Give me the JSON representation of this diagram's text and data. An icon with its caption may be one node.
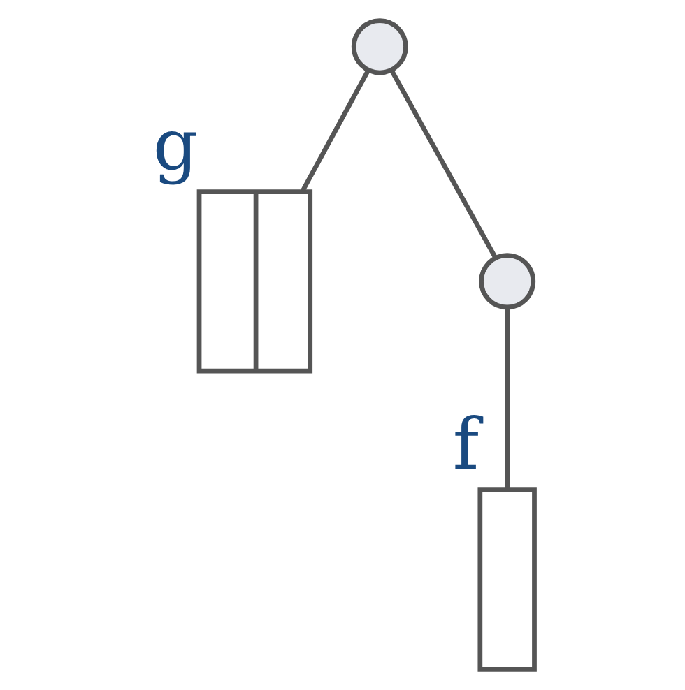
{
  "diagram": {
    "nodes": [
      {
        "text": [],
        "shape": "circle"
      },
      {
        "text": [],
        "shape": "bar",
        "beside": [
          "g"
        ]
      },
      {
        "text": [],
        "shape": "circle"
      },
      {
        "text": [],
        "shape": "bar",
        "beside": [
          "f"
        ]
      }
    ],
    "edges": [
      {
        "from": 0,
        "to": 1,
        "arrow": "none"
      },
      {
        "from": 0,
        "to": 2,
        "arrow": "none"
      },
      {
        "from": 2,
        "to": 3,
        "arrow": "none"
      }
    ]
  }
}
